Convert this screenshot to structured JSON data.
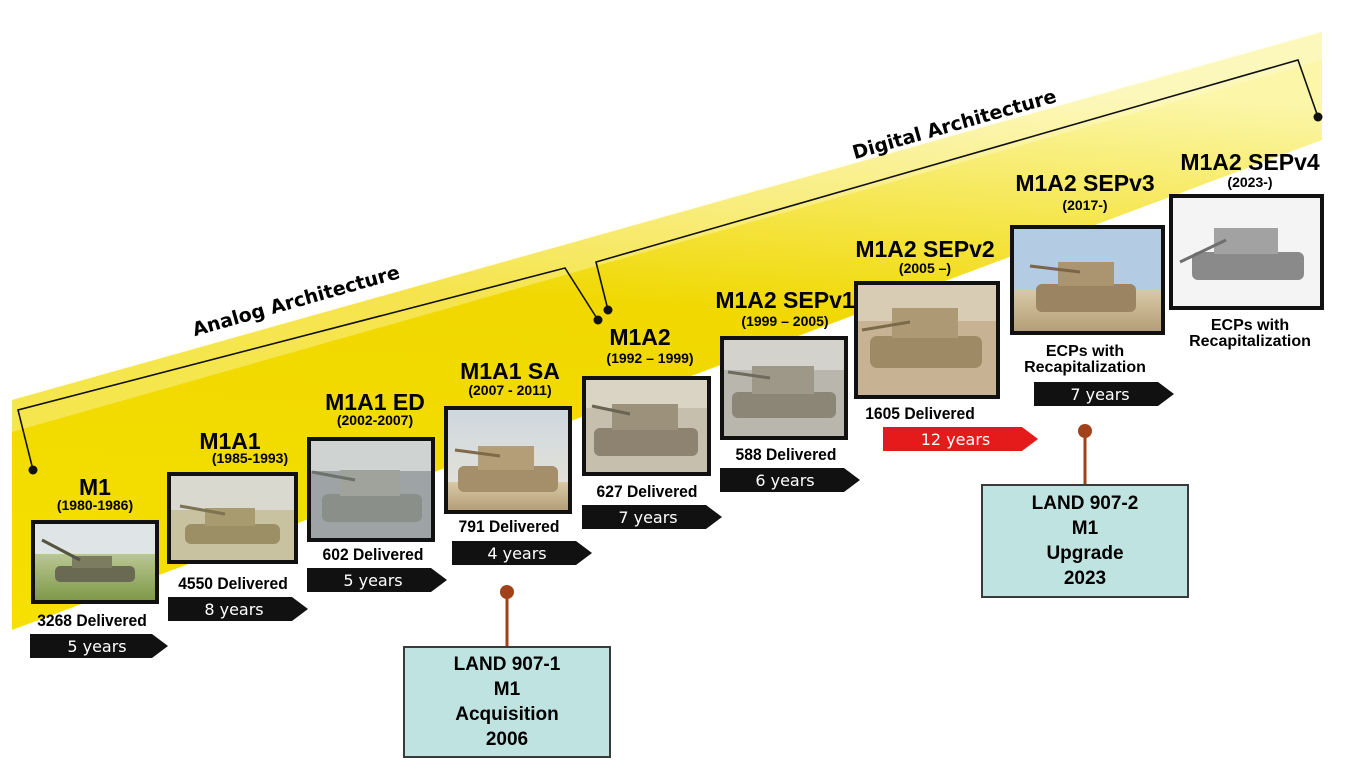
{
  "architectures": {
    "analog": "Analog Architecture",
    "digital": "Digital Architecture"
  },
  "variants": [
    {
      "name": "M1",
      "years": "(1980-1986)",
      "delivered": "3268 Delivered",
      "duration": "5 years"
    },
    {
      "name": "M1A1",
      "years": "(1985-1993)",
      "delivered": "4550 Delivered",
      "duration": "8 years"
    },
    {
      "name": "M1A1 ED",
      "years": "(2002-2007)",
      "delivered": "602 Delivered",
      "duration": "5 years"
    },
    {
      "name": "M1A1 SA",
      "years": "(2007 - 2011)",
      "delivered": "791 Delivered",
      "duration": "4 years"
    },
    {
      "name": "M1A2",
      "years": "(1992 – 1999)",
      "delivered": "627 Delivered",
      "duration": "7 years"
    },
    {
      "name": "M1A2 SEPv1",
      "years": "(1999 – 2005)",
      "delivered": "588 Delivered",
      "duration": "6 years"
    },
    {
      "name": "M1A2 SEPv2",
      "years": "(2005 –)",
      "delivered": "1605 Delivered",
      "duration": "12 years"
    },
    {
      "name": "M1A2 SEPv3",
      "years": "(2017-)",
      "ecp_line1": "ECPs with",
      "ecp_line2": "Recapitalization",
      "duration": "7 years"
    },
    {
      "name": "M1A2 SEPv4",
      "years": "(2023-)",
      "ecp_line1": "ECPs with",
      "ecp_line2": "Recapitalization"
    }
  ],
  "land_boxes": [
    {
      "lines": [
        "LAND 907-1",
        "M1",
        "Acquisition",
        "2006"
      ]
    },
    {
      "lines": [
        "LAND 907-2",
        "M1",
        "Upgrade",
        "2023"
      ]
    }
  ],
  "colors": {
    "band": "#f2dc00",
    "arrow": "#111111",
    "arrow_highlight": "#e51a1a",
    "box_fill": "#bfe3e0",
    "connector": "#a0421a"
  }
}
